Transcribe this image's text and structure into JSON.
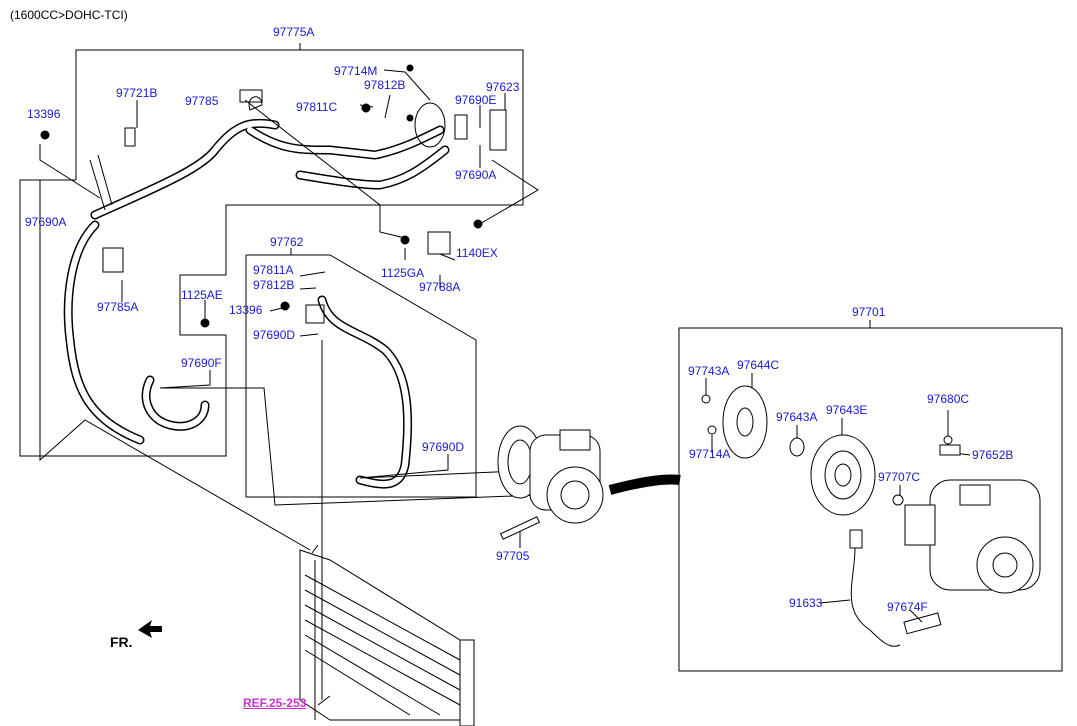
{
  "header": {
    "engine": "(1600CC>DOHC-TCI)"
  },
  "orientation": {
    "label": "FR."
  },
  "reference": {
    "label": "REF.25-253"
  },
  "parts": [
    {
      "id": "p97775A",
      "label": "97775A"
    },
    {
      "id": "p97714M",
      "label": "97714M"
    },
    {
      "id": "p97812B_a",
      "label": "97812B"
    },
    {
      "id": "p97623",
      "label": "97623"
    },
    {
      "id": "p97721B",
      "label": "97721B"
    },
    {
      "id": "p97785",
      "label": "97785"
    },
    {
      "id": "p97811C",
      "label": "97811C"
    },
    {
      "id": "p97690E",
      "label": "97690E"
    },
    {
      "id": "p13396_a",
      "label": "13396"
    },
    {
      "id": "p97690A_a",
      "label": "97690A"
    },
    {
      "id": "p97690A_b",
      "label": "97690A"
    },
    {
      "id": "p1125GA",
      "label": "1125GA"
    },
    {
      "id": "p1140EX",
      "label": "1140EX"
    },
    {
      "id": "p97788A",
      "label": "97788A"
    },
    {
      "id": "p97762",
      "label": "97762"
    },
    {
      "id": "p97811A",
      "label": "97811A"
    },
    {
      "id": "p97812B_b",
      "label": "97812B"
    },
    {
      "id": "p1125AE",
      "label": "1125AE"
    },
    {
      "id": "p13396_b",
      "label": "13396"
    },
    {
      "id": "p97785A",
      "label": "97785A"
    },
    {
      "id": "p97690D_a",
      "label": "97690D"
    },
    {
      "id": "p97690F",
      "label": "97690F"
    },
    {
      "id": "p97690D_b",
      "label": "97690D"
    },
    {
      "id": "p97705",
      "label": "97705"
    },
    {
      "id": "p97701",
      "label": "97701"
    },
    {
      "id": "p97743A",
      "label": "97743A"
    },
    {
      "id": "p97644C",
      "label": "97644C"
    },
    {
      "id": "p97643A",
      "label": "97643A"
    },
    {
      "id": "p97643E",
      "label": "97643E"
    },
    {
      "id": "p97680C",
      "label": "97680C"
    },
    {
      "id": "p97714A",
      "label": "97714A"
    },
    {
      "id": "p97652B",
      "label": "97652B"
    },
    {
      "id": "p97707C",
      "label": "97707C"
    },
    {
      "id": "p91633",
      "label": "91633"
    },
    {
      "id": "p97674F",
      "label": "97674F"
    }
  ]
}
